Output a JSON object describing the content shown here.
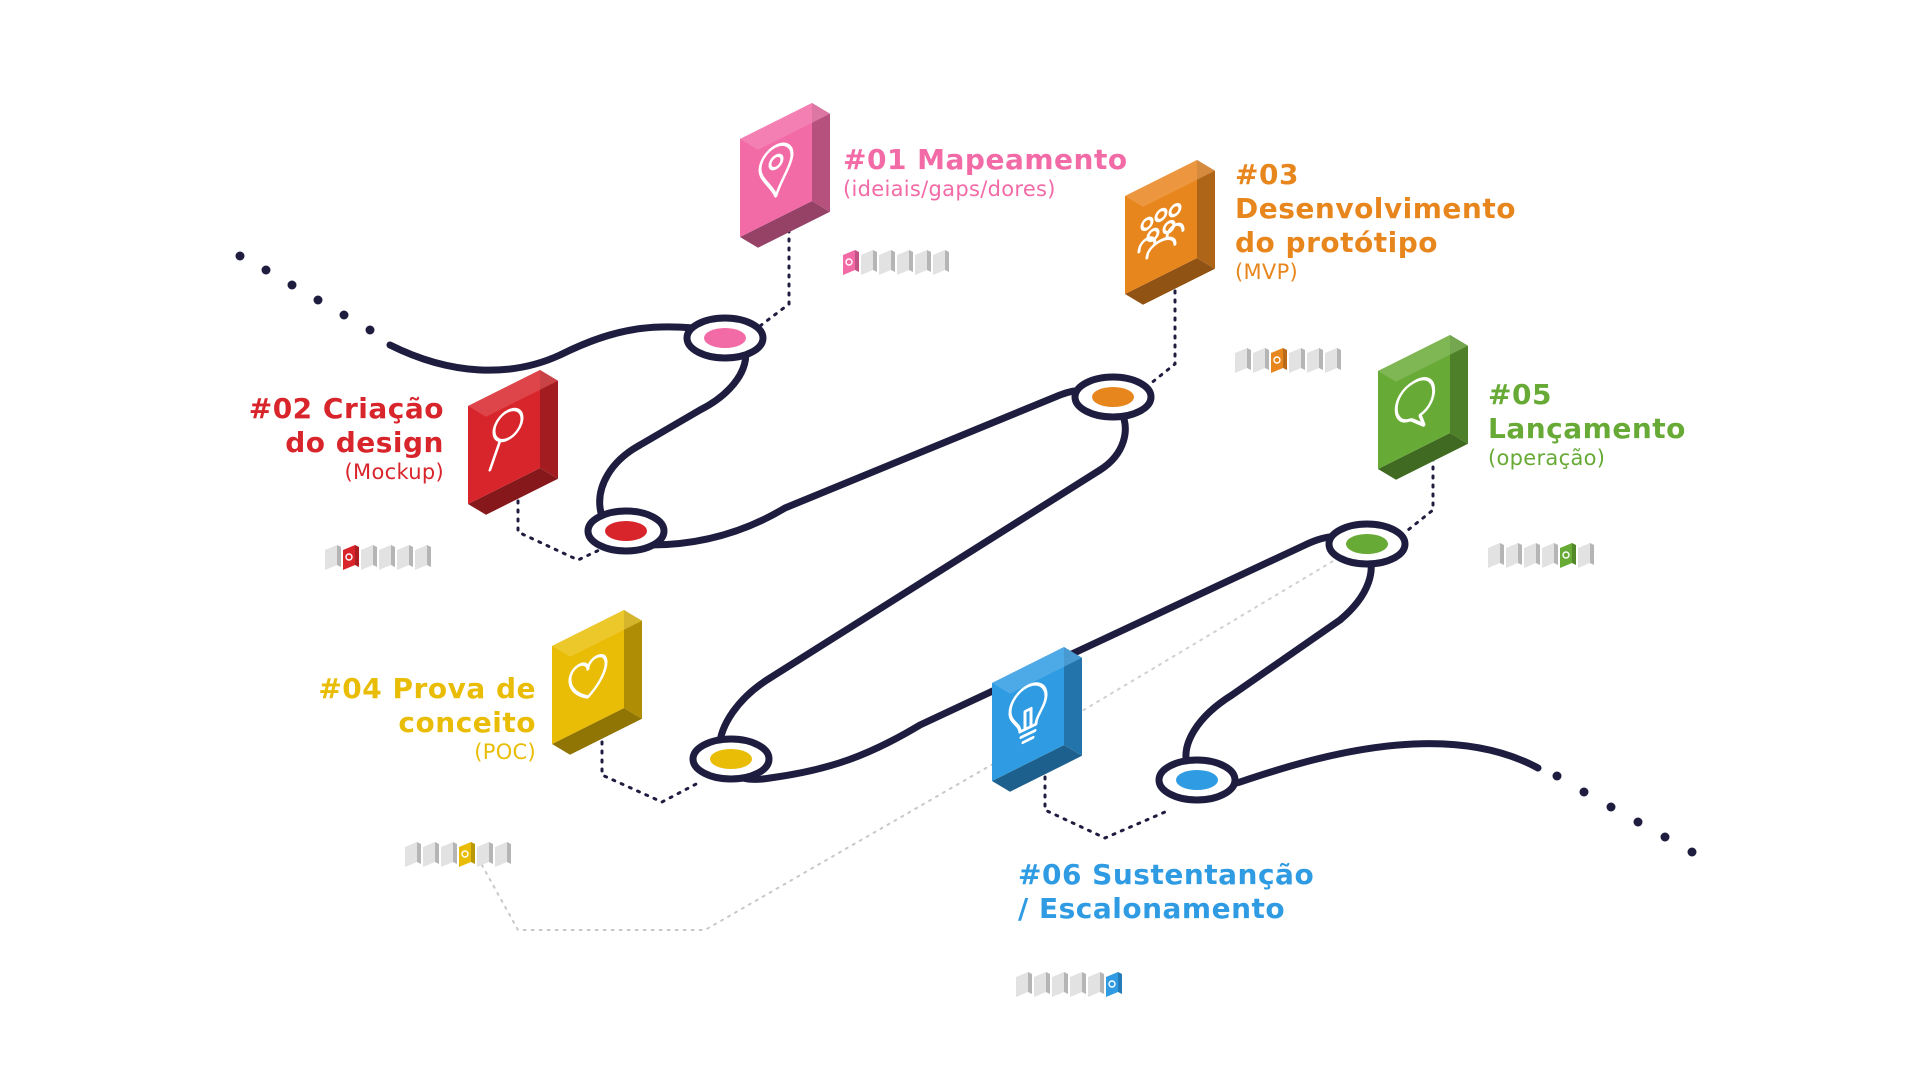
{
  "colors": {
    "path": "#1f1d3f",
    "pink": "#f26aa6",
    "red": "#d8252b",
    "orange": "#e8861e",
    "yellow": "#e9bd06",
    "green": "#67aa35",
    "blue": "#2e9be3",
    "gray": "#e2e2e2"
  },
  "steps": [
    {
      "id": "01",
      "title": [
        "#01 Mapeamento"
      ],
      "subtitle": "(ideiais/gaps/dores)",
      "color": "pink",
      "icon": "map-pin-icon"
    },
    {
      "id": "02",
      "title": [
        "#02 Criação",
        "do design"
      ],
      "subtitle": "(Mockup)",
      "color": "red",
      "icon": "magnifier-icon"
    },
    {
      "id": "03",
      "title": [
        "#03",
        "Desenvolvimento",
        "do protótipo"
      ],
      "subtitle": "(MVP)",
      "color": "orange",
      "icon": "people-icon"
    },
    {
      "id": "04",
      "title": [
        "#04 Prova de",
        "conceito"
      ],
      "subtitle": "(POC)",
      "color": "yellow",
      "icon": "heart-icon"
    },
    {
      "id": "05",
      "title": [
        "#05",
        "Lançamento"
      ],
      "subtitle": "(operação)",
      "color": "green",
      "icon": "speech-bubble-icon"
    },
    {
      "id": "06",
      "title": [
        "#06 Sustentanção",
        "/ Escalonamento"
      ],
      "subtitle": "",
      "color": "blue",
      "icon": "lightbulb-icon"
    }
  ],
  "progress": [
    {
      "step": "01",
      "active_index": 0,
      "total": 6
    },
    {
      "step": "02",
      "active_index": 1,
      "total": 6
    },
    {
      "step": "03",
      "active_index": 2,
      "total": 6
    },
    {
      "step": "04",
      "active_index": 3,
      "total": 6
    },
    {
      "step": "05",
      "active_index": 4,
      "total": 6
    },
    {
      "step": "06",
      "active_index": 5,
      "total": 6
    }
  ]
}
